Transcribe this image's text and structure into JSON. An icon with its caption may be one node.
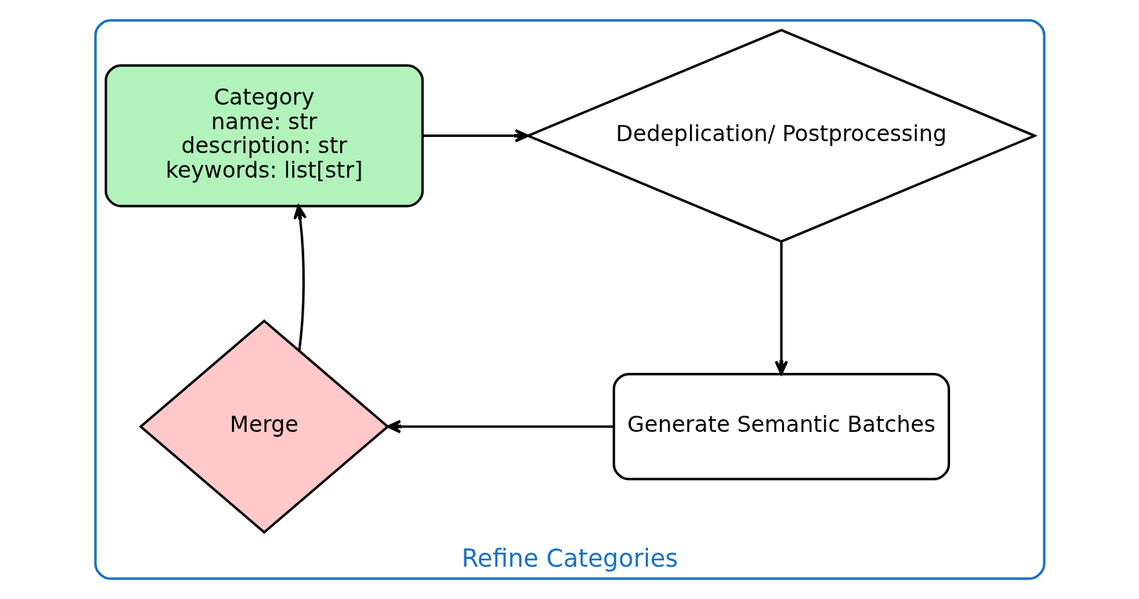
{
  "diagram": {
    "nodes": [
      {
        "text": [
          "Refine Categories"
        ]
      },
      {
        "text": [
          "Category",
          "name: str",
          "description: str",
          "keywords: list[str]"
        ],
        "in": 0
      },
      {
        "text": [
          "Dedeplication/ Postprocessing"
        ],
        "in": 0
      },
      {
        "text": [
          "Generate Semantic Batches"
        ],
        "in": 0
      },
      {
        "text": [
          "Merge"
        ],
        "in": 0
      }
    ],
    "edges": [
      {
        "from": 1,
        "to": 2,
        "arrow": "to"
      },
      {
        "from": 2,
        "to": 3,
        "arrow": "to"
      },
      {
        "from": 3,
        "to": 4,
        "arrow": "to"
      },
      {
        "from": 4,
        "to": 1,
        "arrow": "to"
      }
    ]
  }
}
